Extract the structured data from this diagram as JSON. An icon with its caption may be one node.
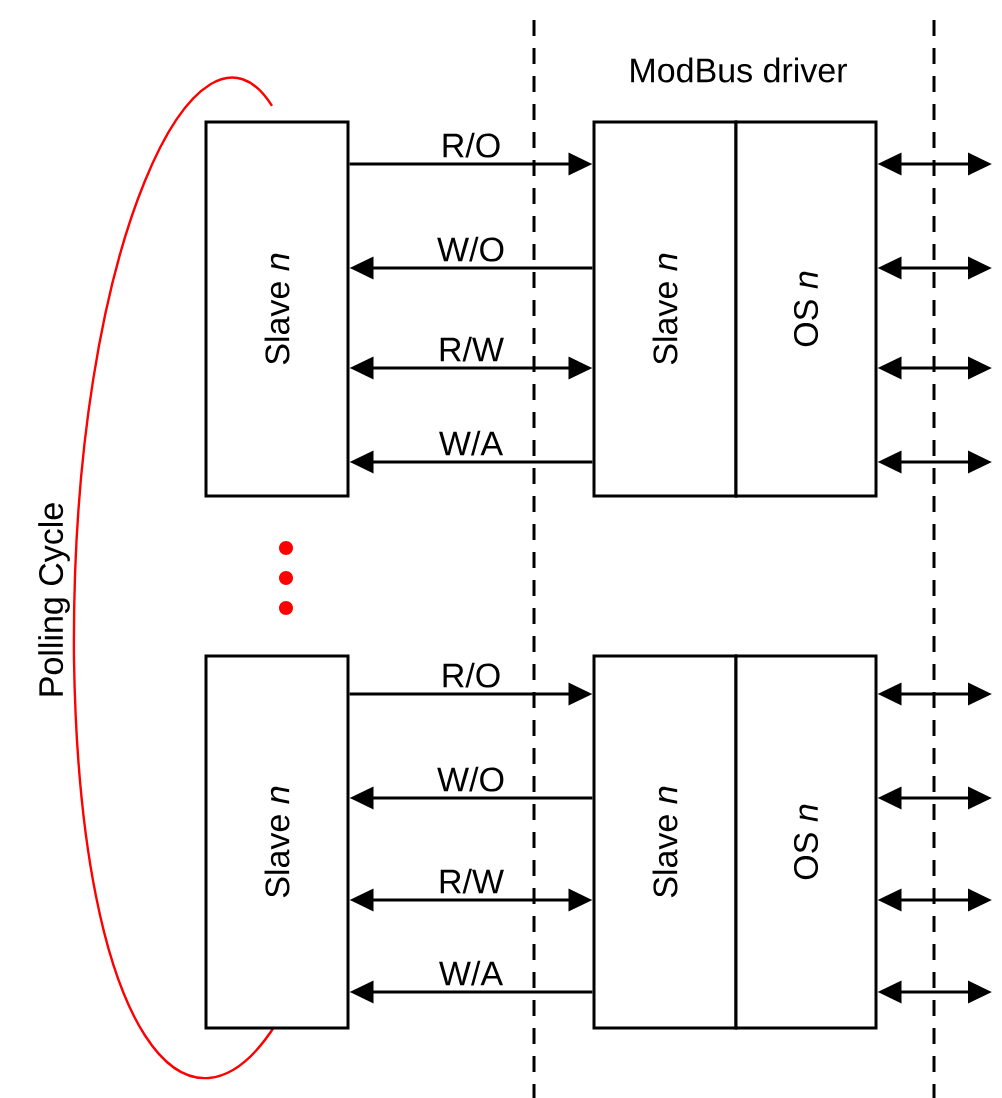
{
  "diagram": {
    "nodes": [
      {
        "text": [
          "Slave *n*"
        ]
      },
      {
        "text": [
          "Slave *n*"
        ]
      },
      {
        "text": [
          "OS *n*"
        ]
      },
      {
        "text": [
          "Slave *n*"
        ]
      },
      {
        "text": [
          "Slave *n*"
        ]
      },
      {
        "text": [
          "OS *n*"
        ]
      }
    ],
    "edges": [
      {
        "from": 0,
        "to": 1,
        "arrow": "to",
        "label": "R/O"
      },
      {
        "from": 1,
        "to": 0,
        "arrow": "to",
        "label": "W/O"
      },
      {
        "from": 0,
        "to": 1,
        "arrow": "both",
        "label": "R/W"
      },
      {
        "from": 1,
        "to": 0,
        "arrow": "to",
        "label": "W/A"
      },
      {
        "from": 2,
        "to": null,
        "arrow": "both"
      },
      {
        "from": 2,
        "to": null,
        "arrow": "both"
      },
      {
        "from": 2,
        "to": null,
        "arrow": "both"
      },
      {
        "from": 2,
        "to": null,
        "arrow": "both"
      },
      {
        "from": 3,
        "to": 4,
        "arrow": "to",
        "label": "R/O"
      },
      {
        "from": 4,
        "to": 3,
        "arrow": "to",
        "label": "W/O"
      },
      {
        "from": 3,
        "to": 4,
        "arrow": "both",
        "label": "R/W"
      },
      {
        "from": 4,
        "to": 3,
        "arrow": "to",
        "label": "W/A"
      },
      {
        "from": 5,
        "to": null,
        "arrow": "both"
      },
      {
        "from": 5,
        "to": null,
        "arrow": "both"
      },
      {
        "from": 5,
        "to": null,
        "arrow": "both"
      },
      {
        "from": 5,
        "to": null,
        "arrow": "both"
      }
    ],
    "labels": [
      "ModBus driver",
      "Polling Cycle"
    ]
  }
}
